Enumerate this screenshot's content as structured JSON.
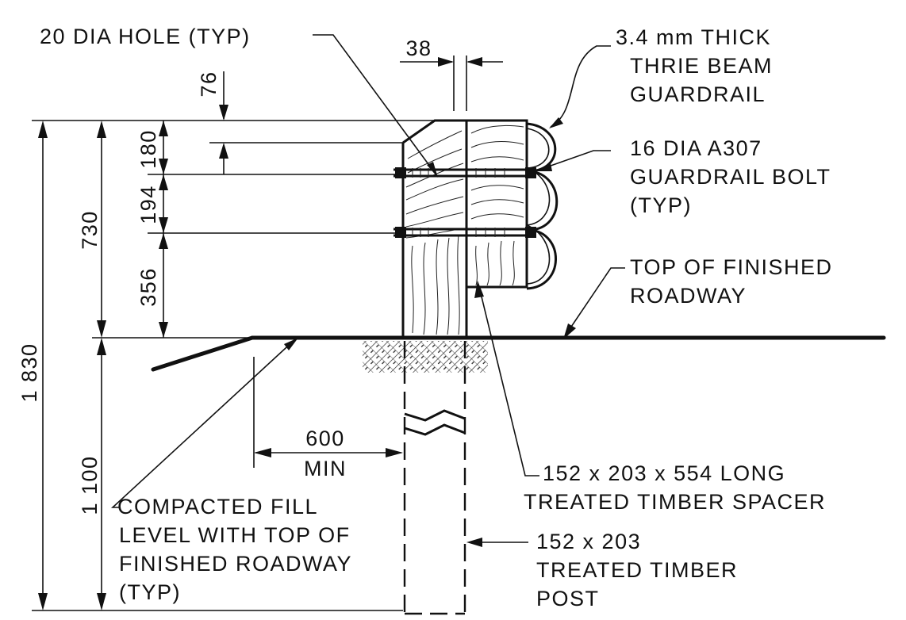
{
  "labels": {
    "hole": "20 DIA HOLE (TYP)",
    "thickness": "38",
    "beam_line1": "3.4 mm THICK",
    "beam_line2": "THRIE BEAM",
    "beam_line3": "GUARDRAIL",
    "bolt_line1": "16 DIA A307",
    "bolt_line2": "GUARDRAIL BOLT",
    "bolt_line3": "(TYP)",
    "roadway_line1": "TOP OF FINISHED",
    "roadway_line2": "ROADWAY",
    "spacer_line1": "152 x 203 x 554 LONG",
    "spacer_line2": "TREATED TIMBER SPACER",
    "post_line1": "152 x 203",
    "post_line2": "TREATED TIMBER",
    "post_line3": "POST",
    "fill_line1": "COMPACTED FILL",
    "fill_line2": "LEVEL WITH TOP OF",
    "fill_line3": "FINISHED ROADWAY",
    "fill_line4": "(TYP)",
    "offset_value": "600",
    "offset_note": "MIN"
  },
  "dimensions": {
    "d76": "76",
    "d180": "180",
    "d194": "194",
    "d356": "356",
    "d730": "730",
    "d1830": "1 830",
    "d1100": "1 100"
  }
}
